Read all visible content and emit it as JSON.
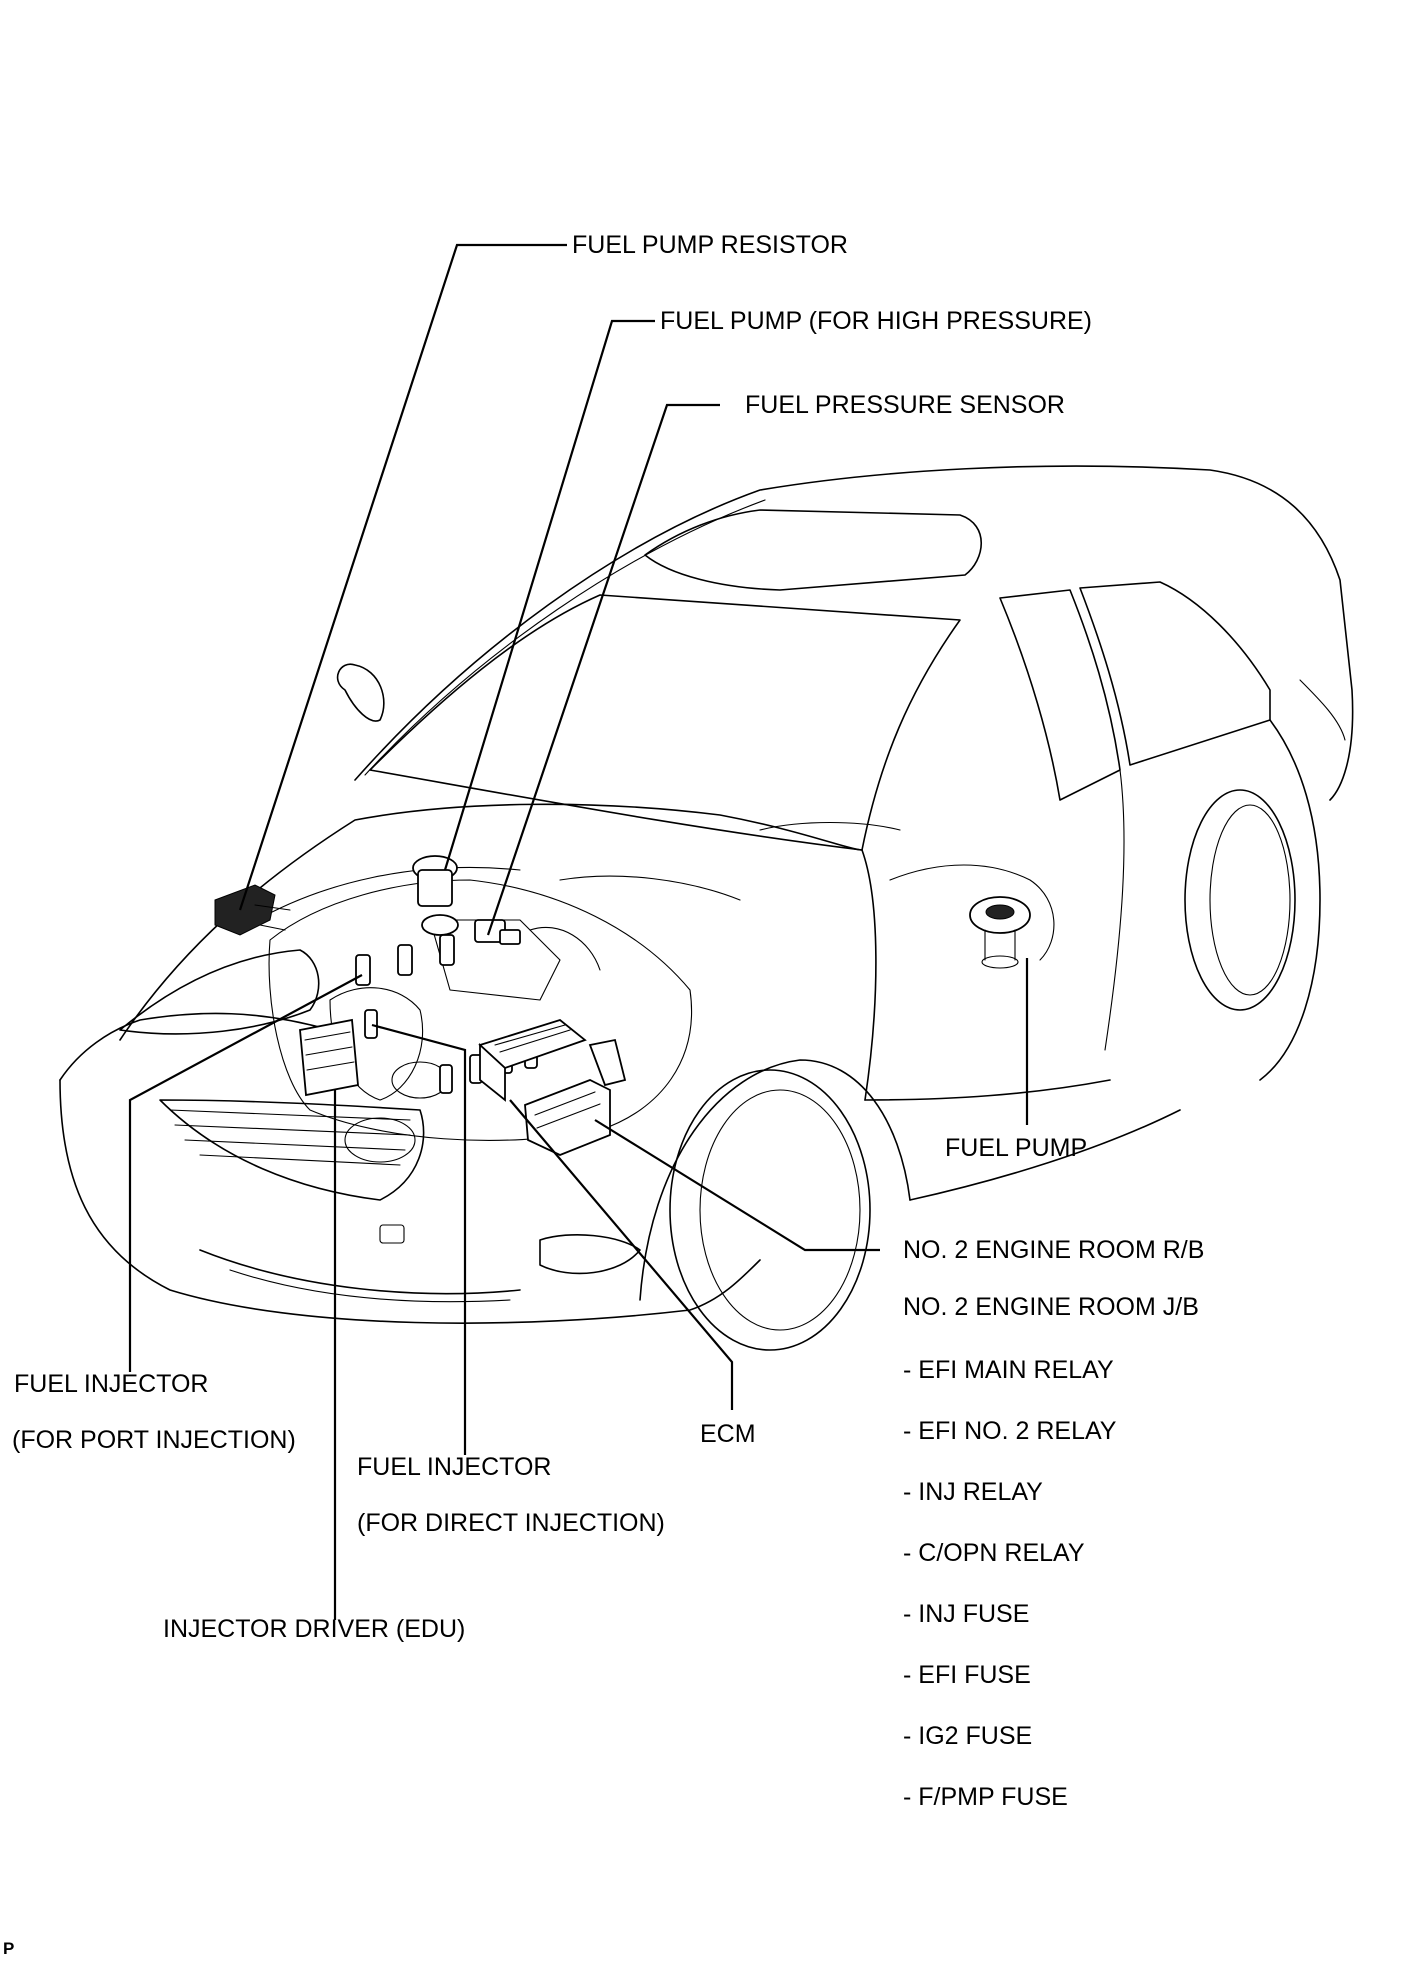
{
  "labels": {
    "fuel_pump_resistor": "FUEL PUMP RESISTOR",
    "fuel_pump_high_pressure": "FUEL PUMP (FOR HIGH PRESSURE)",
    "fuel_pressure_sensor": "FUEL PRESSURE SENSOR",
    "fuel_pump": "FUEL PUMP",
    "engine_room_rb": "NO. 2 ENGINE ROOM R/B",
    "engine_room_jb": "NO. 2 ENGINE ROOM J/B",
    "ecm": "ECM",
    "fuel_injector_port_line1": "FUEL INJECTOR",
    "fuel_injector_port_line2": "(FOR PORT INJECTION)",
    "fuel_injector_direct_line1": "FUEL INJECTOR",
    "fuel_injector_direct_line2": "(FOR DIRECT INJECTION)",
    "injector_driver": "INJECTOR DRIVER (EDU)"
  },
  "component_list": [
    "- EFI MAIN RELAY",
    "- EFI NO. 2 RELAY",
    "- INJ RELAY",
    "- C/OPN RELAY",
    "- INJ FUSE",
    "- EFI FUSE",
    "- IG2 FUSE",
    "- F/PMP FUSE"
  ],
  "corner_mark": "P"
}
